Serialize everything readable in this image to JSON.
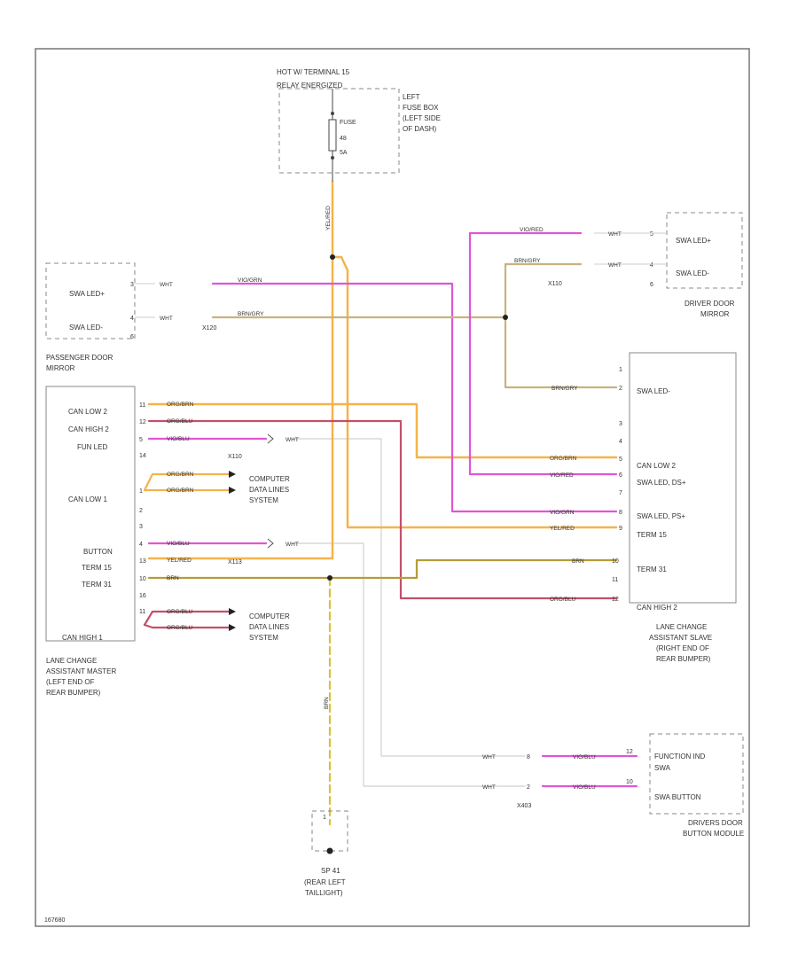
{
  "fuse_box": {
    "title_1": "HOT W/ TERMINAL 15",
    "title_2": "RELAY ENERGIZED",
    "fuse_1": "FUSE",
    "fuse_2": "48",
    "fuse_3": "5A",
    "location_1": "LEFT",
    "location_2": "FUSE BOX",
    "location_3": "(LEFT SIDE",
    "location_4": "OF DASH)",
    "wire_down": "YEL/RED"
  },
  "passenger_mirror": {
    "label_1": "SWA LED+",
    "label_2": "SWA LED-",
    "pin_1": "3",
    "pin_2": "4",
    "pin_3": "6",
    "wire_1": "WHT",
    "wire_2": "WHT",
    "connector": "X120",
    "caption_1": "PASSENGER DOOR",
    "caption_2": "MIRROR",
    "wire_vio": "VIO/GRN",
    "wire_brn": "BRN/GRY"
  },
  "driver_mirror": {
    "label_1": "SWA LED+",
    "label_2": "SWA LED-",
    "pin_1": "5",
    "pin_2": "4",
    "pin_3": "6",
    "wire_1": "WHT",
    "wire_2": "WHT",
    "connector": "X110",
    "caption_1": "DRIVER DOOR",
    "caption_2": "MIRROR",
    "wire_vio": "VIO/RED",
    "wire_brn": "BRN/GRY"
  },
  "master_module": {
    "label_1": "CAN LOW 2",
    "label_2": "CAN HIGH 2",
    "label_3": "FUN LED",
    "label_4": "CAN LOW 1",
    "label_5": "BUTTON",
    "label_6": "TERM 15",
    "label_7": "TERM 31",
    "label_8": "CAN HIGH 1",
    "pins": [
      "11",
      "12",
      "5",
      "14",
      "1",
      "2",
      "3",
      "4",
      "13",
      "10",
      "16",
      "11"
    ],
    "caption_1": "LANE CHANGE",
    "caption_2": "ASSISTANT MASTER",
    "caption_3": "(LEFT END OF",
    "caption_4": "REAR BUMPER)",
    "wire_1": "ORG/BRN",
    "wire_2": "ORG/BLU",
    "wire_3": "VIO/BLU",
    "wire_4": "ORG/BRN",
    "wire_5": "ORG/BRN",
    "wire_6": "VIO/BLU",
    "wire_7": "YEL/RED",
    "wire_8": "BRN",
    "wire_9": "ORG/BLU",
    "wire_10": "ORG/BLU",
    "conn_x110": "X110",
    "conn_x113": "X113",
    "wht_1": "WHT",
    "wht_2": "WHT"
  },
  "computer_lines_1": {
    "line_1": "COMPUTER",
    "line_2": "DATA LINES",
    "line_3": "SYSTEM"
  },
  "computer_lines_2": {
    "line_1": "COMPUTER",
    "line_2": "DATA LINES",
    "line_3": "SYSTEM"
  },
  "slave_module": {
    "label_1": "SWA LED-",
    "label_2": "CAN LOW 2",
    "label_3": "SWA LED, DS+",
    "label_4": "SWA LED, PS+",
    "label_5": "TERM 15",
    "label_6": "TERM 31",
    "label_7": "CAN HIGH 2",
    "pins": [
      "1",
      "2",
      "3",
      "4",
      "5",
      "6",
      "7",
      "8",
      "9",
      "10",
      "11",
      "12"
    ],
    "caption_1": "LANE CHANGE",
    "caption_2": "ASSISTANT SLAVE",
    "caption_3": "(RIGHT END OF",
    "caption_4": "REAR BUMPER)",
    "wire_1": "BRN/GRY",
    "wire_2": "ORG/BRN",
    "wire_3": "VIO/RED",
    "wire_4": "VIO/GRN",
    "wire_5": "YEL/RED",
    "wire_6": "BRN",
    "wire_7": "ORG/BLU"
  },
  "ground": {
    "wire": "BRN",
    "pin": "1",
    "name": "SP 41",
    "caption_1": "(REAR LEFT",
    "caption_2": "TAILLIGHT)"
  },
  "button_module": {
    "label_1": "FUNCTION IND",
    "label_2": "SWA",
    "label_3": "SWA BUTTON",
    "pin_1": "12",
    "pin_2": "10",
    "conn_pin_1": "8",
    "conn_pin_2": "2",
    "wht_1": "WHT",
    "wht_2": "WHT",
    "connector": "X403",
    "caption_1": "DRIVERS DOOR",
    "caption_2": "BUTTON MODULE",
    "wire_1": "VIO/BLU",
    "wire_2": "VIO/BLU"
  },
  "figure_code": "167680",
  "colors": {
    "orange": "#f5b34a",
    "violet": "#e055d6",
    "brown_grey": "#c9b27d",
    "brown": "#b69c35",
    "pink_red": "#c2506a",
    "yellow_dash": "#d9c23a",
    "white_wire": "#d0d0d0"
  }
}
